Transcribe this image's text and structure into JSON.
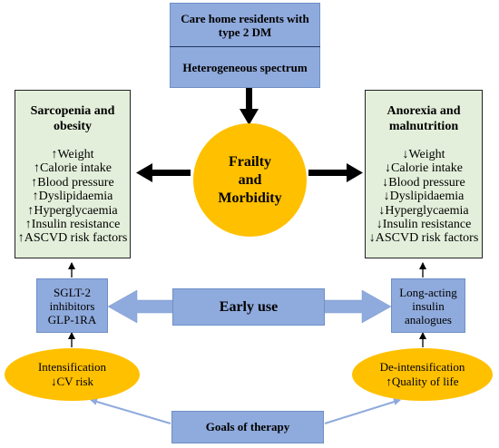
{
  "header": {
    "title_line1": "Care home residents with",
    "title_line2": "type 2 DM",
    "subtitle": "Heterogeneous spectrum"
  },
  "center": {
    "line1": "Frailty",
    "line2": "and",
    "line3": "Morbidity"
  },
  "left_box": {
    "title_line1": "Sarcopenia and",
    "title_line2": "obesity",
    "items": [
      "↑Weight",
      "↑Calorie intake",
      "↑Blood pressure",
      "↑Dyslipidaemia",
      "↑Hyperglycaemia",
      "↑Insulin resistance",
      "↑ASCVD risk factors"
    ]
  },
  "right_box": {
    "title_line1": "Anorexia and",
    "title_line2": "malnutrition",
    "items": [
      "↓Weight",
      "↓Calorie intake",
      "↓Blood pressure",
      "↓Dyslipidaemia",
      "↓Hyperglycaemia",
      "↓Insulin resistance",
      "↓ASCVD risk factors"
    ]
  },
  "left_drug": {
    "line1": "SGLT-2",
    "line2": "inhibitors",
    "line3": "GLP-1RA"
  },
  "right_drug": {
    "line1": "Long-acting",
    "line2": "insulin",
    "line3": "analogues"
  },
  "early_use": "Early use",
  "left_goal": {
    "line1": "Intensification",
    "line2": "↓CV risk"
  },
  "right_goal": {
    "line1": "De-intensification",
    "line2": "↑Quality of life"
  },
  "goals": "Goals of therapy",
  "colors": {
    "blue_box": "#8faadc",
    "green_box": "#e3efda",
    "orange": "#ffc000",
    "light_arrow": "#8faadc",
    "dark_arrow": "#000000"
  }
}
